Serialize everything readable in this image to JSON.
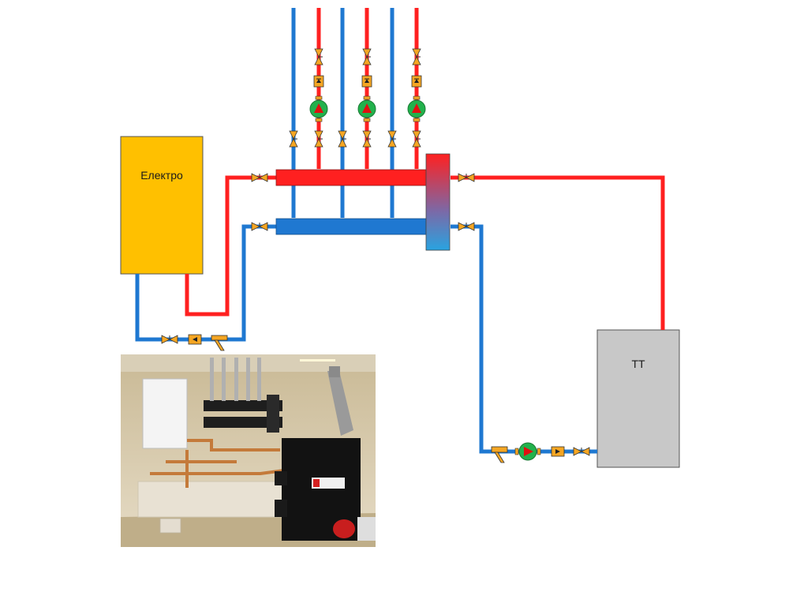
{
  "boilers": {
    "electric_label": "Електро",
    "solid_fuel_label": "ТТ"
  },
  "colors": {
    "supply": "#ff2020",
    "return": "#1f78d1",
    "electric_boiler": "#ffc000",
    "solid_fuel_boiler": "#c8c8c8",
    "fitting": "#f5a623",
    "pump": "#22b14c",
    "pump_arrow": "#e01010"
  },
  "photo": {
    "description_icon": "boiler-room-photo"
  }
}
